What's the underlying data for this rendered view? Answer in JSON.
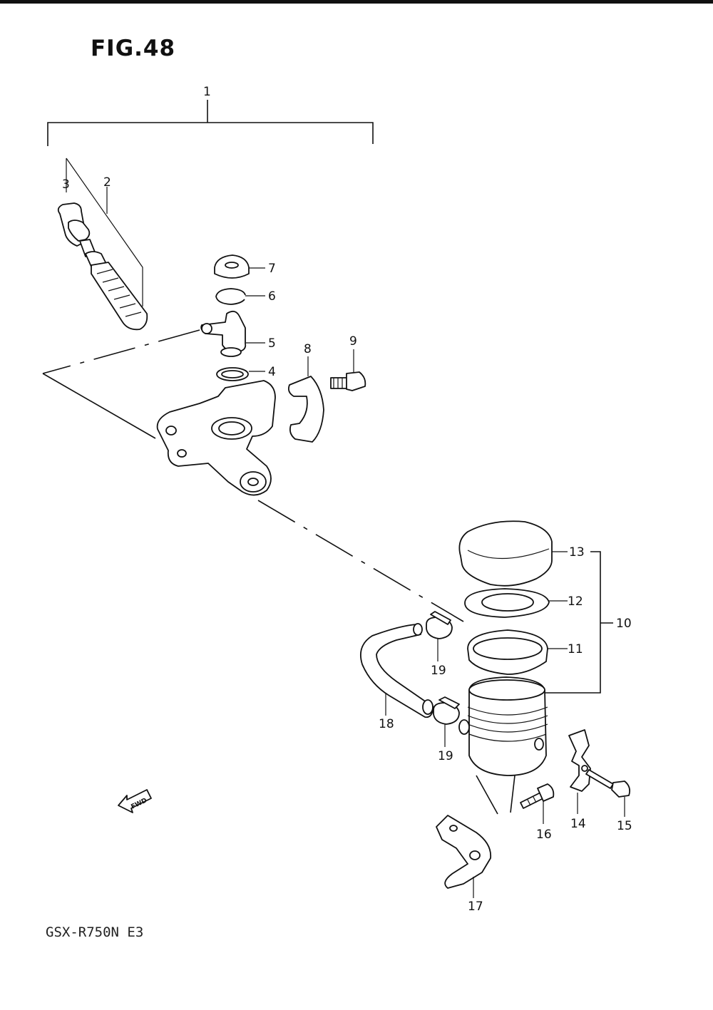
{
  "figure": {
    "title": "FIG.48",
    "model_code": "GSX-R750N  E3",
    "fwd_label": "FWD"
  },
  "callouts": {
    "c1": "1",
    "c2": "2",
    "c3": "3",
    "c4": "4",
    "c5": "5",
    "c6": "6",
    "c7": "7",
    "c8": "8",
    "c9": "9",
    "c10": "10",
    "c11": "11",
    "c12": "12",
    "c13": "13",
    "c14": "14",
    "c15": "15",
    "c16": "16",
    "c17": "17",
    "c18": "18",
    "c19a": "19",
    "c19b": "19"
  }
}
